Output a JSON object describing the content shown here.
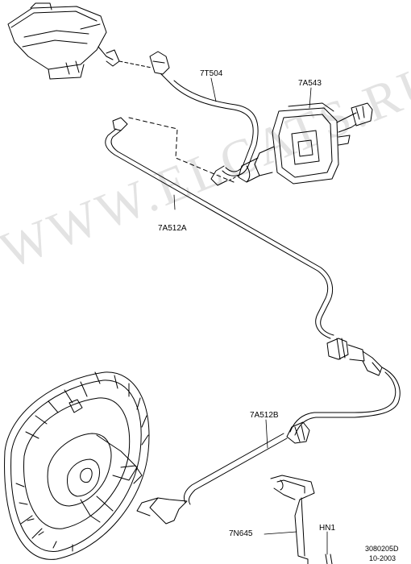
{
  "watermark": "WWW.ELCATS.RU",
  "callouts": {
    "line_upper": "7T504",
    "master_cylinder": "7A543",
    "line_middle": "7A512A",
    "line_lower": "7A512B",
    "bracket": "7N645",
    "fastener": "HN1"
  },
  "reference": {
    "code": "3080205D",
    "date": "10-2003"
  },
  "colors": {
    "ink": "#000000",
    "paper": "#ffffff",
    "watermark": "#e3e3e3"
  }
}
